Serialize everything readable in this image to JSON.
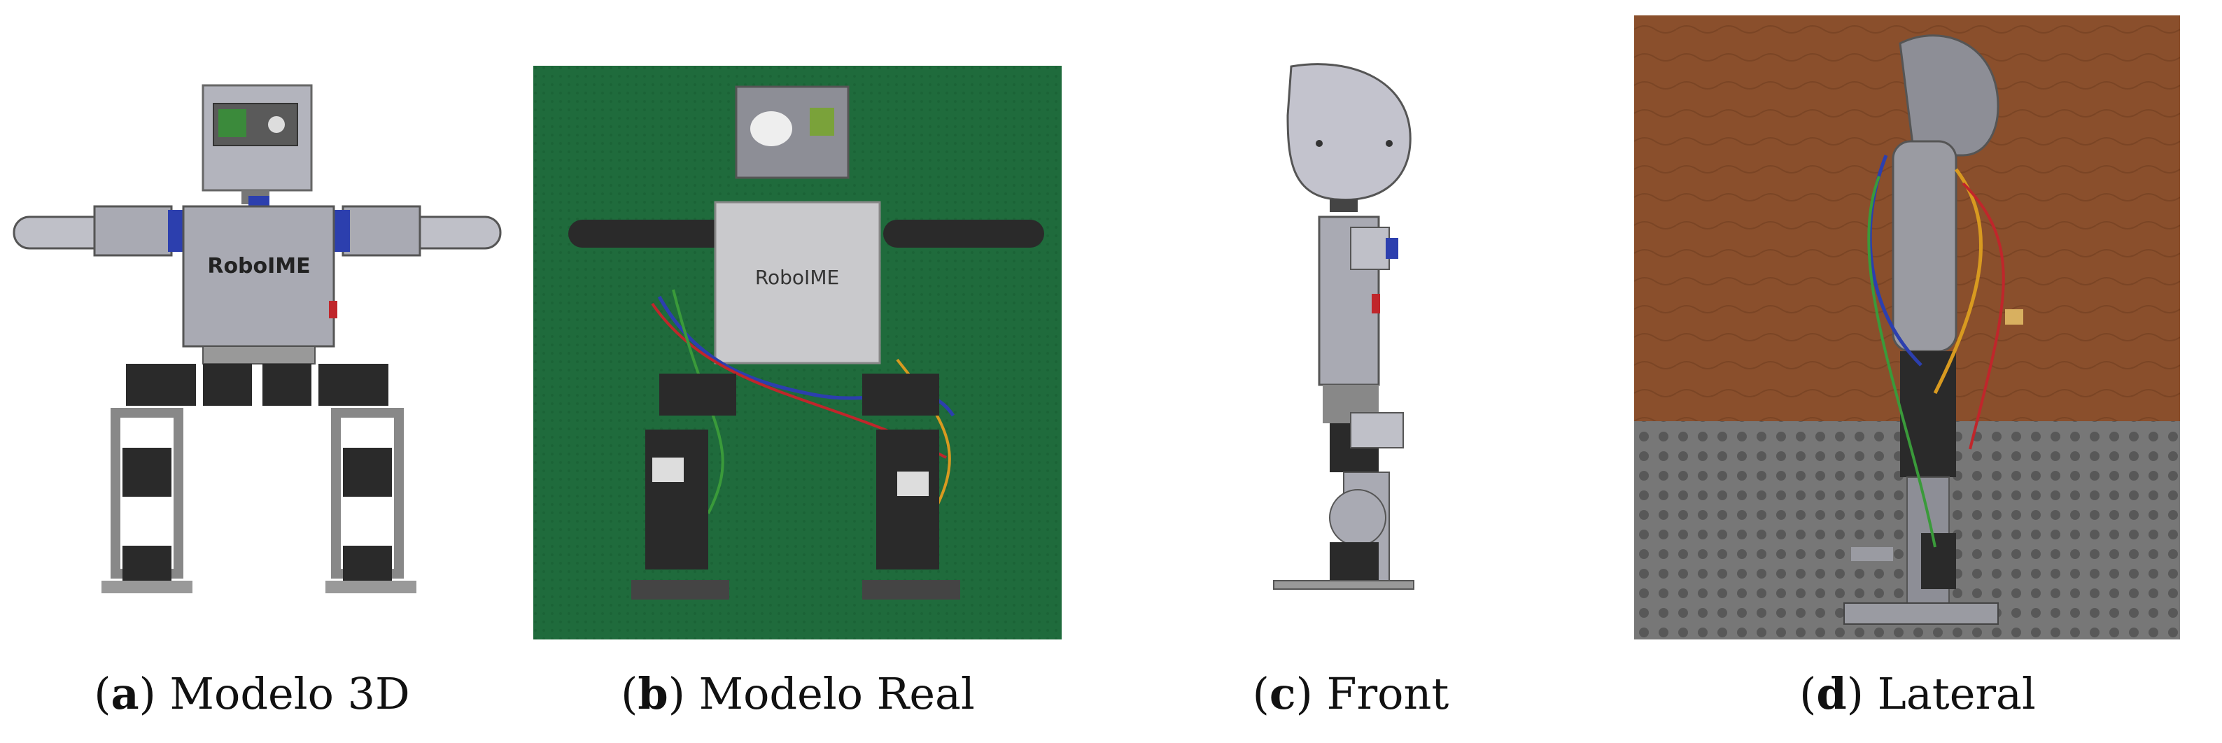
{
  "figure": {
    "panels": [
      {
        "letter": "a",
        "title": "Modelo 3D",
        "logo_text": "RoboIME"
      },
      {
        "letter": "b",
        "title": "Modelo Real",
        "logo_text": "RoboIME"
      },
      {
        "letter": "c",
        "title": "Front"
      },
      {
        "letter": "d",
        "title": "Lateral"
      }
    ],
    "paren_open": "(",
    "paren_close": ")"
  },
  "colors": {
    "green_mat": "#1f6b3c",
    "wood_wall": "#8a4f2c",
    "floor": "#777777",
    "chassis": "#a9aab3",
    "servo": "#2a2a2a",
    "blue_servo": "#2c3fae",
    "red_part": "#c0262b"
  }
}
